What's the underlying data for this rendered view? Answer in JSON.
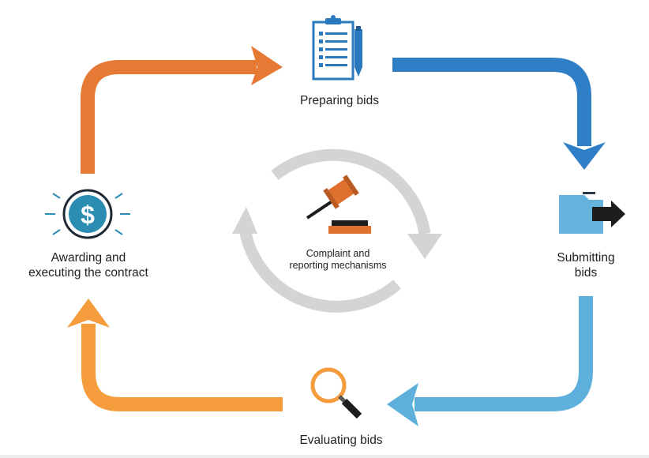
{
  "steps": {
    "preparing": "Preparing bids",
    "submitting_line1": "Submitting",
    "submitting_line2": "bids",
    "evaluating": "Evaluating bids",
    "awarding_line1": "Awarding and",
    "awarding_line2": "executing the contract"
  },
  "center": {
    "line1": "Complaint and",
    "line2": "reporting mechanisms"
  },
  "icons": {
    "preparing": "clipboard-pen-icon",
    "submitting": "folder-arrow-icon",
    "evaluating": "magnifier-icon",
    "awarding": "dollar-coin-icon",
    "center": "gavel-icon"
  },
  "colors": {
    "orange_dark": "#e67933",
    "orange_light": "#f59c3c",
    "blue_dark": "#2f7fc6",
    "blue_light": "#5db0dc",
    "gray_cycle": "#d3d4d6",
    "icon_blue": "#2a79be",
    "coin_teal": "#2c8db3",
    "folder_blue": "#65b2dc",
    "gavel_orange": "#e0702d"
  }
}
